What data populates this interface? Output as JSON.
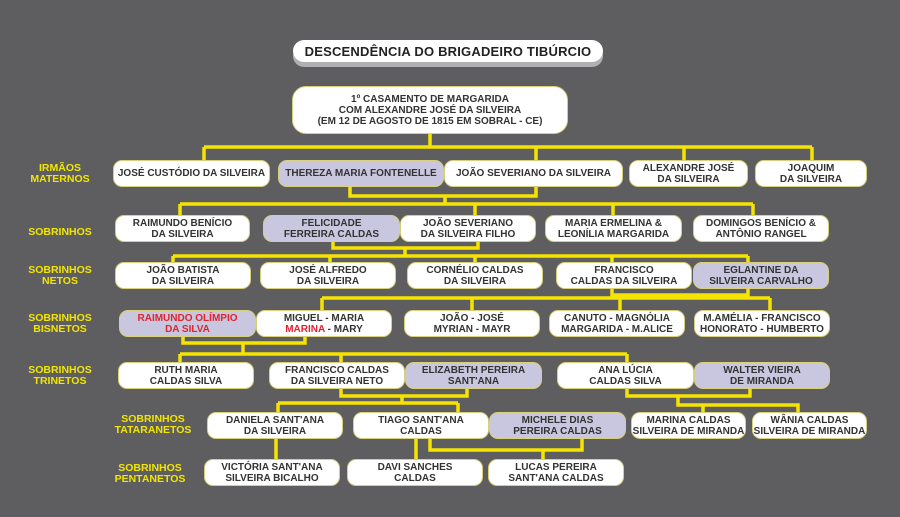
{
  "title": "DESCENDÊNCIA DO BRIGADEIRO TIBÚRCIO",
  "root": [
    "1º CASAMENTO DE MARGARIDA",
    "COM ALEXANDRE JOSÉ DA SILVEIRA",
    "(EM 12 DE AGOSTO DE 1815 EM SOBRAL - CE)"
  ],
  "generation_labels": [
    [
      "IRMÃOS",
      "MATERNOS"
    ],
    [
      "SOBRINHOS"
    ],
    [
      "SOBRINHOS",
      "NETOS"
    ],
    [
      "SOBRINHOS",
      "BISNETOS"
    ],
    [
      "SOBRINHOS",
      "TRINETOS"
    ],
    [
      "SOBRINHOS",
      "TATARANETOS"
    ],
    [
      "SOBRINHOS",
      "PENTANETOS"
    ]
  ],
  "colors": {
    "background": "#5e5e60",
    "line": "#f5e400",
    "label": "#f2e600",
    "spouse_box": "#c9c7df",
    "highlight_text": "#e0242e"
  },
  "nodes": [
    {
      "id": "jose-custodio",
      "lines": [
        "JOSÉ CUSTÓDIO DA SILVEIRA"
      ]
    },
    {
      "id": "thereza",
      "lines": [
        "THEREZA MARIA FONTENELLE"
      ],
      "spouse": true
    },
    {
      "id": "joao-severiano",
      "lines": [
        "JOÃO SEVERIANO DA SILVEIRA"
      ]
    },
    {
      "id": "alexandre-jose",
      "lines": [
        "ALEXANDRE JOSÉ",
        "DA SILVEIRA"
      ]
    },
    {
      "id": "joaquim",
      "lines": [
        "JOAQUIM",
        "DA SILVEIRA"
      ]
    },
    {
      "id": "raimundo-benicio",
      "lines": [
        "RAIMUNDO BENÍCIO",
        "DA SILVEIRA"
      ]
    },
    {
      "id": "felicidade",
      "lines": [
        "FELICIDADE",
        "FERREIRA CALDAS"
      ],
      "spouse": true
    },
    {
      "id": "joao-severiano-filho",
      "lines": [
        "JOÃO SEVERIANO",
        "DA SILVEIRA FILHO"
      ]
    },
    {
      "id": "maria-ermelina",
      "lines": [
        "MARIA ERMELINA  &",
        "LEONÍLIA MARGARIDA"
      ]
    },
    {
      "id": "domingos-benicio",
      "lines": [
        "DOMINGOS BENÍCIO  &",
        "ANTÔNIO RANGEL"
      ]
    },
    {
      "id": "joao-batista",
      "lines": [
        "JOÃO BATISTA",
        "DA SILVEIRA"
      ]
    },
    {
      "id": "jose-alfredo",
      "lines": [
        "JOSÉ ALFREDO",
        "DA SILVEIRA"
      ]
    },
    {
      "id": "cornelio",
      "lines": [
        "CORNÉLIO CALDAS",
        "DA SILVEIRA"
      ]
    },
    {
      "id": "francisco",
      "lines": [
        "FRANCISCO",
        "CALDAS DA SILVEIRA"
      ]
    },
    {
      "id": "eglantine",
      "lines": [
        "EGLANTINE DA",
        "SILVEIRA CARVALHO"
      ],
      "spouse": true
    },
    {
      "id": "raimundo-olimpio",
      "lines": [
        "RAIMUNDO OLÍMPIO",
        "DA SILVA"
      ],
      "spouse": true,
      "red": true
    },
    {
      "id": "miguel-maria",
      "lines": [
        "MIGUEL - MARIA",
        "MARINA",
        " - MARY"
      ],
      "red_part": true
    },
    {
      "id": "joao-jose",
      "lines": [
        "JOÃO - JOSÉ",
        "MYRIAN - MAYR"
      ]
    },
    {
      "id": "canuto",
      "lines": [
        "CANUTO - MAGNÓLIA",
        "MARGARIDA - M.ALICE"
      ]
    },
    {
      "id": "m-amelia",
      "lines": [
        "M.AMÉLIA - FRANCISCO",
        "HONORATO - HUMBERTO"
      ]
    },
    {
      "id": "ruth-maria",
      "lines": [
        "RUTH MARIA",
        "CALDAS SILVA"
      ]
    },
    {
      "id": "francisco-neto",
      "lines": [
        "FRANCISCO CALDAS",
        "DA SILVEIRA NETO"
      ]
    },
    {
      "id": "elizabeth",
      "lines": [
        "ELIZABETH PEREIRA",
        "SANT'ANA"
      ],
      "spouse": true
    },
    {
      "id": "ana-lucia",
      "lines": [
        "ANA LÚCIA",
        "CALDAS SILVA"
      ]
    },
    {
      "id": "walter",
      "lines": [
        "WALTER VIEIRA",
        "DE MIRANDA"
      ],
      "spouse": true
    },
    {
      "id": "daniela",
      "lines": [
        "DANIELA SANT'ANA",
        "DA SILVEIRA"
      ]
    },
    {
      "id": "tiago",
      "lines": [
        "TIAGO SANT'ANA",
        "CALDAS"
      ]
    },
    {
      "id": "michele",
      "lines": [
        "MICHELE DIAS",
        "PEREIRA CALDAS"
      ],
      "spouse": true
    },
    {
      "id": "marina-caldas",
      "lines": [
        "MARINA CALDAS",
        "SILVEIRA DE MIRANDA"
      ]
    },
    {
      "id": "wania-caldas",
      "lines": [
        "WÂNIA CALDAS",
        "SILVEIRA DE MIRANDA"
      ]
    },
    {
      "id": "victoria",
      "lines": [
        "VICTÓRIA  SANT'ANA",
        "SILVEIRA BICALHO"
      ]
    },
    {
      "id": "davi",
      "lines": [
        "DAVI SANCHES",
        "CALDAS"
      ]
    },
    {
      "id": "lucas",
      "lines": [
        "LUCAS PEREIRA",
        "SANT'ANA CALDAS"
      ]
    }
  ]
}
